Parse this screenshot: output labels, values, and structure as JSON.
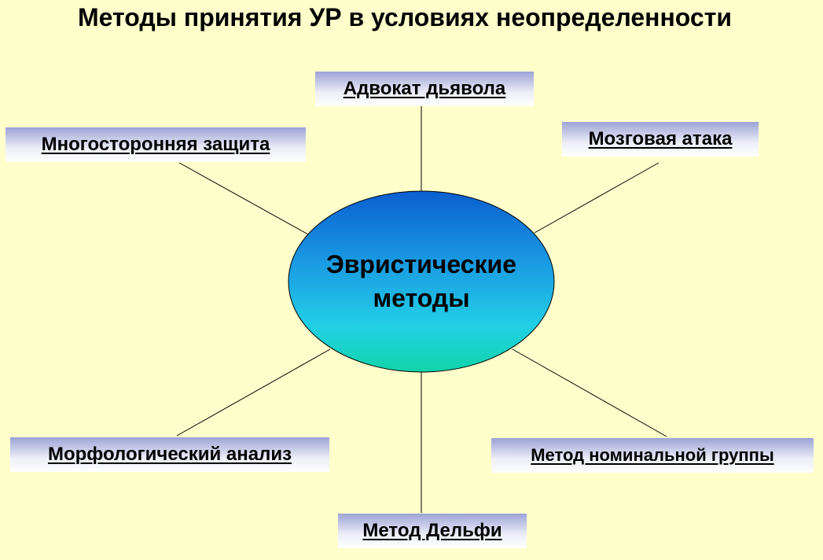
{
  "title": "Методы принятия УР в условиях неопределенности",
  "center": {
    "line1": "Эвристические",
    "line2": "методы"
  },
  "methods": {
    "advocate": "Адвокат дьявола",
    "multi_defense": "Многосторонняя защита",
    "brainstorm": "Мозговая атака",
    "morphological": "Морфологический анализ",
    "nominal_group": "Метод номинальной группы",
    "delphi": "Метод Дельфи"
  },
  "colors": {
    "background": "#FFFFCC",
    "ellipse_top": "#0A5FD0",
    "ellipse_mid": "#22C8E8",
    "ellipse_bottom": "#10D4A8",
    "box_gradient_dark": "#9DA3D6",
    "box_gradient_light": "#FFFFFF"
  }
}
